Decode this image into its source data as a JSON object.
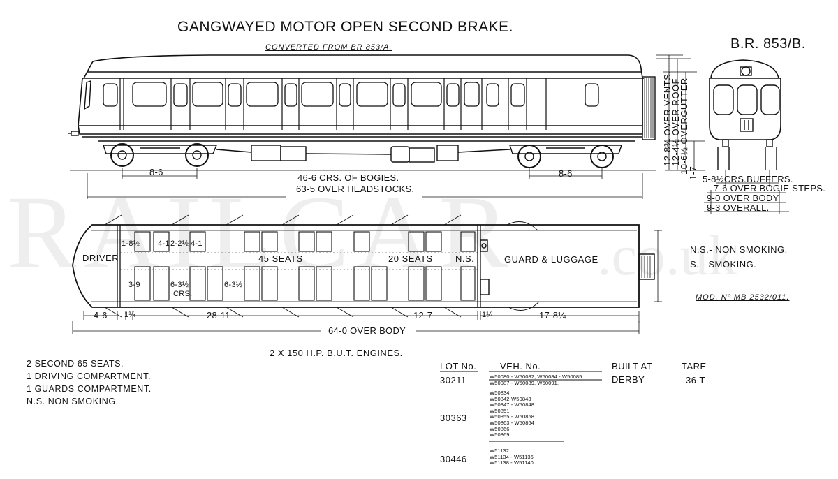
{
  "drawing": {
    "title": "GANGWAYED MOTOR OPEN SECOND BRAKE.",
    "subtitle": "CONVERTED FROM BR 853/A.",
    "diagram_no": "B.R. 853/B.",
    "mod_no": "MOD. Nº MB 2532/011."
  },
  "watermark": {
    "main": "RAILCAR",
    "suffix": ".co.uk"
  },
  "elevation": {
    "heights": [
      "12-8¾ OVER VENTS.",
      "12-4½ OVER ROOF",
      "10-6½ OVERGUTTER",
      "1-7"
    ],
    "bogie_left": "8-6",
    "bogie_right": "8-6",
    "crs_bogies": "46-6 CRS. OF BOGIES.",
    "over_headstocks": "63-5 OVER HEADSTOCKS.",
    "end_dims": [
      "5-8½CRS.BUFFERS.",
      "7-6 OVER BOGIE STEPS.",
      "9-0 OVER BODY",
      "9-3 OVERALL."
    ]
  },
  "plan": {
    "driver": "DRIVER",
    "seats_45": "45 SEATS",
    "seats_20": "20 SEATS",
    "ns": "N.S.",
    "guard": "GUARD & LUGGAGE",
    "dims_top": [
      "1-8½",
      "4-1",
      "2-2½",
      "4-1"
    ],
    "dims_mid": [
      "3-9",
      "6-3½",
      "CRS.",
      "6-3½"
    ],
    "dims_bottom": [
      "4-6",
      "1¼",
      "28-11",
      "12-7",
      "1¼",
      "17-8¼"
    ],
    "over_body": "64-0 OVER BODY",
    "engines": "2 X 150 H.P. B.U.T. ENGINES."
  },
  "legend": [
    "N.S.- NON SMOKING.",
    "S.  - SMOKING."
  ],
  "notes": [
    "2 SECOND  65 SEATS.",
    "1 DRIVING  COMPARTMENT.",
    "1 GUARDS  COMPARTMENT.",
    "N.S.  NON SMOKING."
  ],
  "lot_table": {
    "headers": [
      "LOT No.",
      "VEH. No.",
      "BUILT AT",
      "TARE"
    ],
    "lots": [
      {
        "lot": "30211",
        "vehicles": [
          "W50080 - W50082, W50084 - W50085",
          "W50087 - W50089, W50091."
        ],
        "built_at": "DERBY",
        "tare": "36 T"
      },
      {
        "lot": "30363",
        "vehicles": [
          "W50834",
          "W50842-W50843",
          "W50847 - W50848",
          "W50851",
          "W50855 - W50858",
          "W50863 - W50864",
          "W50866",
          "W50869"
        ],
        "built_at": "",
        "tare": ""
      },
      {
        "lot": "30446",
        "vehicles": [
          "W51132",
          "W51134 - W51136",
          "W51138 - W51140"
        ],
        "built_at": "",
        "tare": ""
      }
    ]
  }
}
